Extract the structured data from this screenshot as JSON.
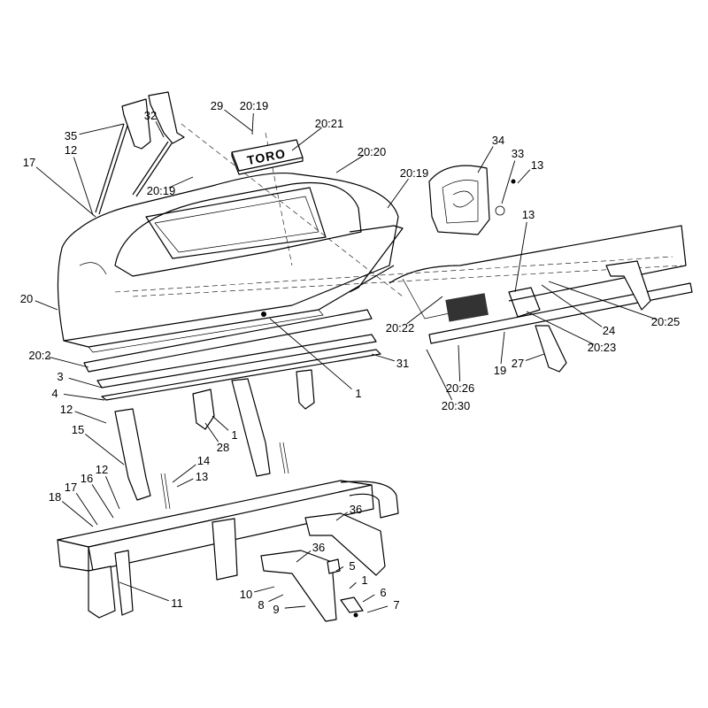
{
  "diagram": {
    "logo_text": "TORO",
    "callouts": [
      {
        "id": "c-35",
        "label": "35"
      },
      {
        "id": "c-32",
        "label": "32"
      },
      {
        "id": "c-29",
        "label": "29"
      },
      {
        "id": "c-20-19-top",
        "label": "20:19"
      },
      {
        "id": "c-20-21",
        "label": "20:21"
      },
      {
        "id": "c-12-top",
        "label": "12"
      },
      {
        "id": "c-17-top",
        "label": "17"
      },
      {
        "id": "c-20-19-left",
        "label": "20:19"
      },
      {
        "id": "c-20-20",
        "label": "20:20"
      },
      {
        "id": "c-20-19-right",
        "label": "20:19"
      },
      {
        "id": "c-34",
        "label": "34"
      },
      {
        "id": "c-33",
        "label": "33"
      },
      {
        "id": "c-13-top",
        "label": "13"
      },
      {
        "id": "c-13-mid",
        "label": "13"
      },
      {
        "id": "c-20",
        "label": "20"
      },
      {
        "id": "c-20-22",
        "label": "20:22"
      },
      {
        "id": "c-24",
        "label": "24"
      },
      {
        "id": "c-20-25",
        "label": "20:25"
      },
      {
        "id": "c-20-2",
        "label": "20:2"
      },
      {
        "id": "c-31",
        "label": "31"
      },
      {
        "id": "c-19",
        "label": "19"
      },
      {
        "id": "c-20-23",
        "label": "20:23"
      },
      {
        "id": "c-3",
        "label": "3"
      },
      {
        "id": "c-27",
        "label": "27"
      },
      {
        "id": "c-4",
        "label": "4"
      },
      {
        "id": "c-1-mid",
        "label": "1"
      },
      {
        "id": "c-20-26",
        "label": "20:26"
      },
      {
        "id": "c-20-30",
        "label": "20:30"
      },
      {
        "id": "c-12-mid",
        "label": "12"
      },
      {
        "id": "c-15",
        "label": "15"
      },
      {
        "id": "c-1-low",
        "label": "1"
      },
      {
        "id": "c-28",
        "label": "28"
      },
      {
        "id": "c-14",
        "label": "14"
      },
      {
        "id": "c-12-low",
        "label": "12"
      },
      {
        "id": "c-13-low",
        "label": "13"
      },
      {
        "id": "c-16",
        "label": "16"
      },
      {
        "id": "c-17-low",
        "label": "17"
      },
      {
        "id": "c-18",
        "label": "18"
      },
      {
        "id": "c-36-right",
        "label": "36"
      },
      {
        "id": "c-36-mid",
        "label": "36"
      },
      {
        "id": "c-5",
        "label": "5"
      },
      {
        "id": "c-1-bottom",
        "label": "1"
      },
      {
        "id": "c-10",
        "label": "10"
      },
      {
        "id": "c-6",
        "label": "6"
      },
      {
        "id": "c-8",
        "label": "8"
      },
      {
        "id": "c-11",
        "label": "11"
      },
      {
        "id": "c-9",
        "label": "9"
      },
      {
        "id": "c-7",
        "label": "7"
      }
    ]
  }
}
